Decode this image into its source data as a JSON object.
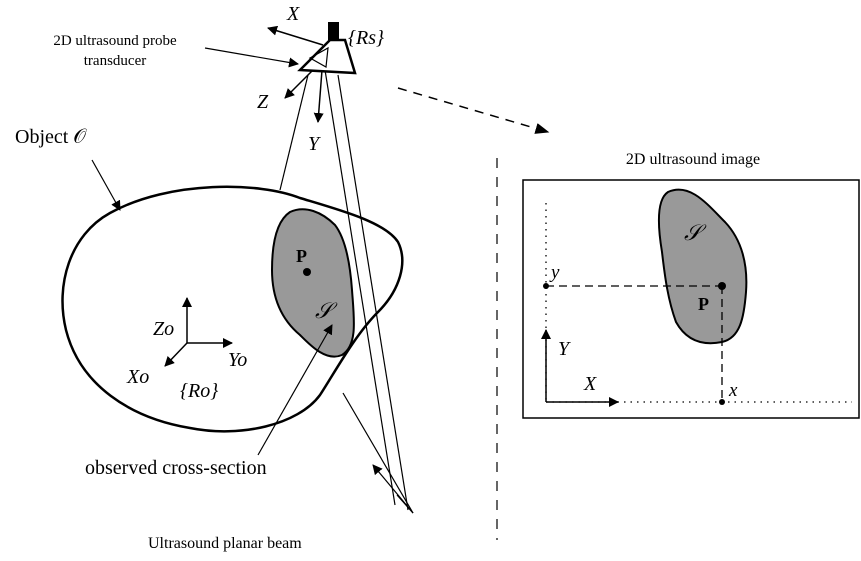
{
  "labels": {
    "probe_caption_line1": "2D ultrasound probe",
    "probe_caption_line2": "transducer",
    "object_caption": "Object 𝒪",
    "sensor_frame": "{Rs}",
    "probe_axis_x": "X",
    "probe_axis_y": "Y",
    "probe_axis_z": "Z",
    "point_label": "P",
    "section_label": "𝒮",
    "object_axis_z": "Zo",
    "object_axis_x": "Xo",
    "object_axis_y": "Yo",
    "object_frame": "{Ro}",
    "observed_caption": "observed cross-section",
    "beam_caption": "Ultrasound planar beam",
    "image_title": "2D ultrasound image",
    "image_section_label": "𝒮",
    "image_point_label": "P",
    "image_coord_y": "y",
    "image_coord_x": "x",
    "image_axis_y": "Y",
    "image_axis_x": "X"
  }
}
